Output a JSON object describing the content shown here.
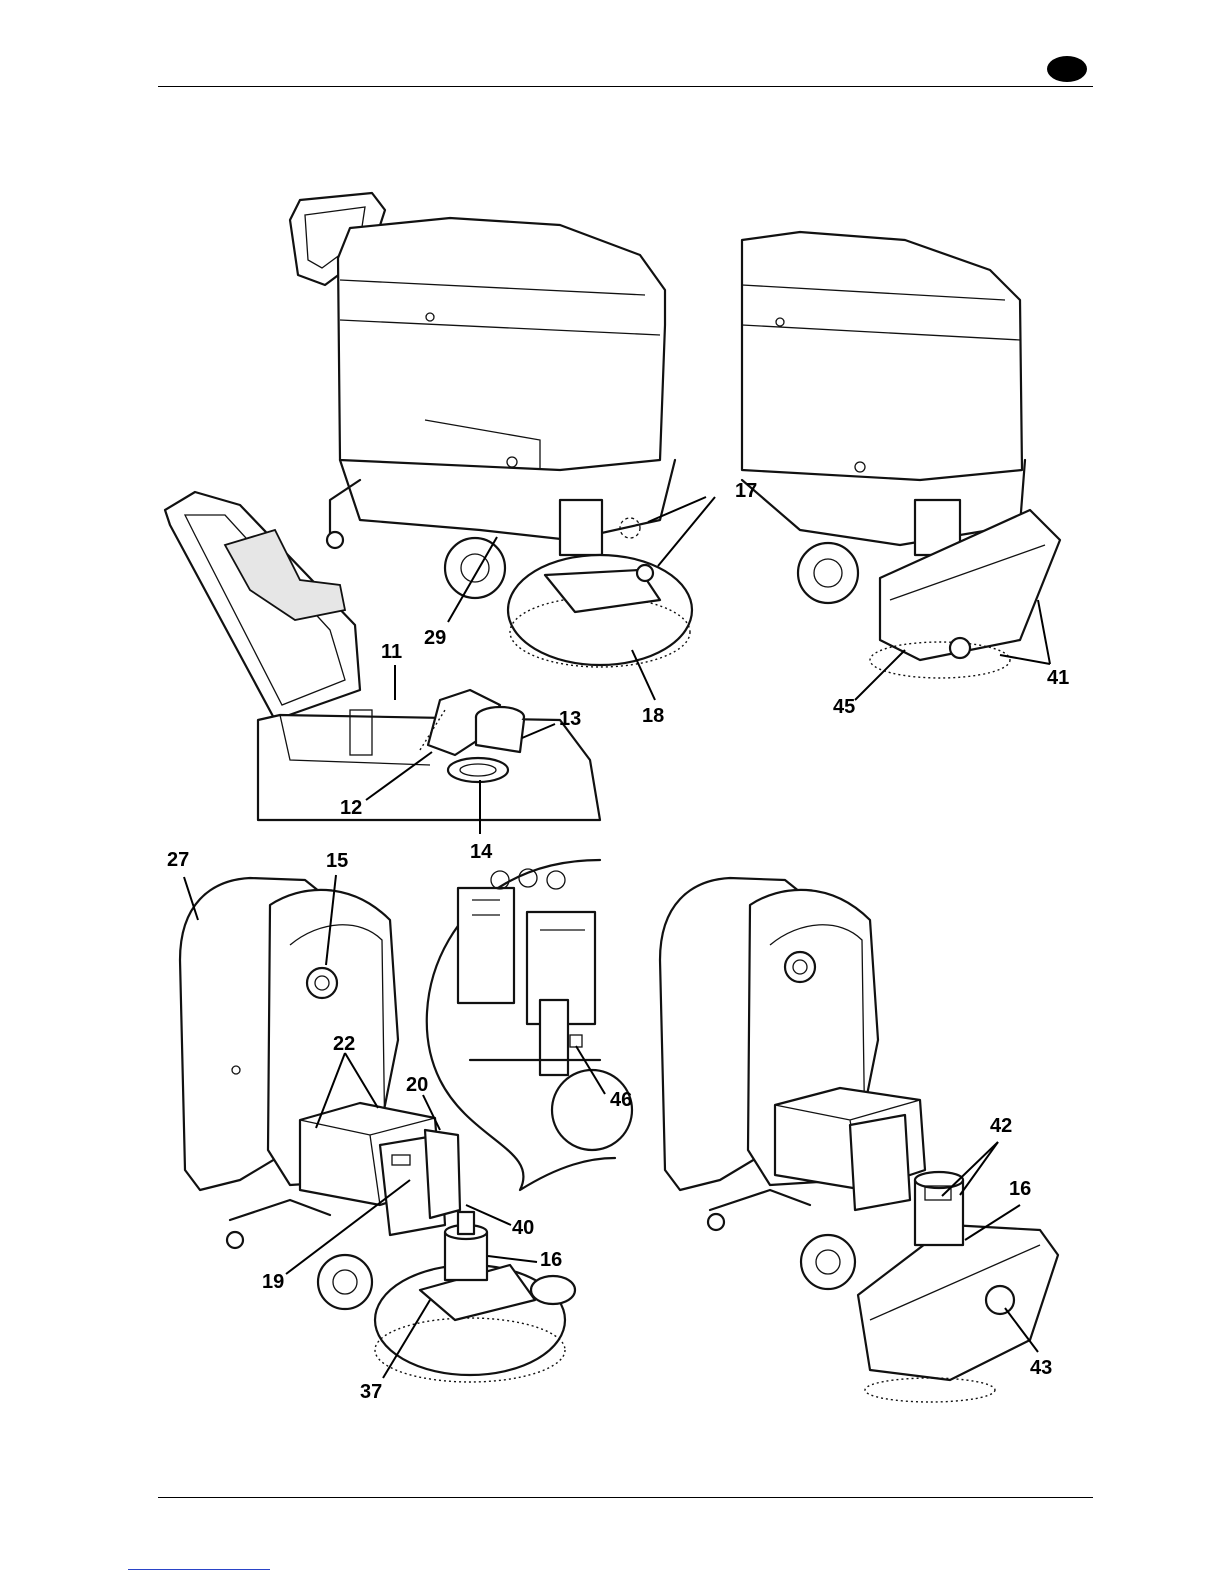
{
  "callouts": [
    {
      "id": "c11",
      "text": "11"
    },
    {
      "id": "c12",
      "text": "12"
    },
    {
      "id": "c13",
      "text": "13"
    },
    {
      "id": "c14",
      "text": "14"
    },
    {
      "id": "c15",
      "text": "15"
    },
    {
      "id": "c16a",
      "text": "16"
    },
    {
      "id": "c16b",
      "text": "16"
    },
    {
      "id": "c17",
      "text": "17"
    },
    {
      "id": "c18",
      "text": "18"
    },
    {
      "id": "c19",
      "text": "19"
    },
    {
      "id": "c20",
      "text": "20"
    },
    {
      "id": "c22",
      "text": "22"
    },
    {
      "id": "c27",
      "text": "27"
    },
    {
      "id": "c29",
      "text": "29"
    },
    {
      "id": "c37",
      "text": "37"
    },
    {
      "id": "c40",
      "text": "40"
    },
    {
      "id": "c41",
      "text": "41"
    },
    {
      "id": "c42",
      "text": "42"
    },
    {
      "id": "c43",
      "text": "43"
    },
    {
      "id": "c45",
      "text": "45"
    },
    {
      "id": "c46",
      "text": "46"
    }
  ],
  "colors": {
    "ink": "#000000",
    "link_underline": "#2a44c8"
  }
}
